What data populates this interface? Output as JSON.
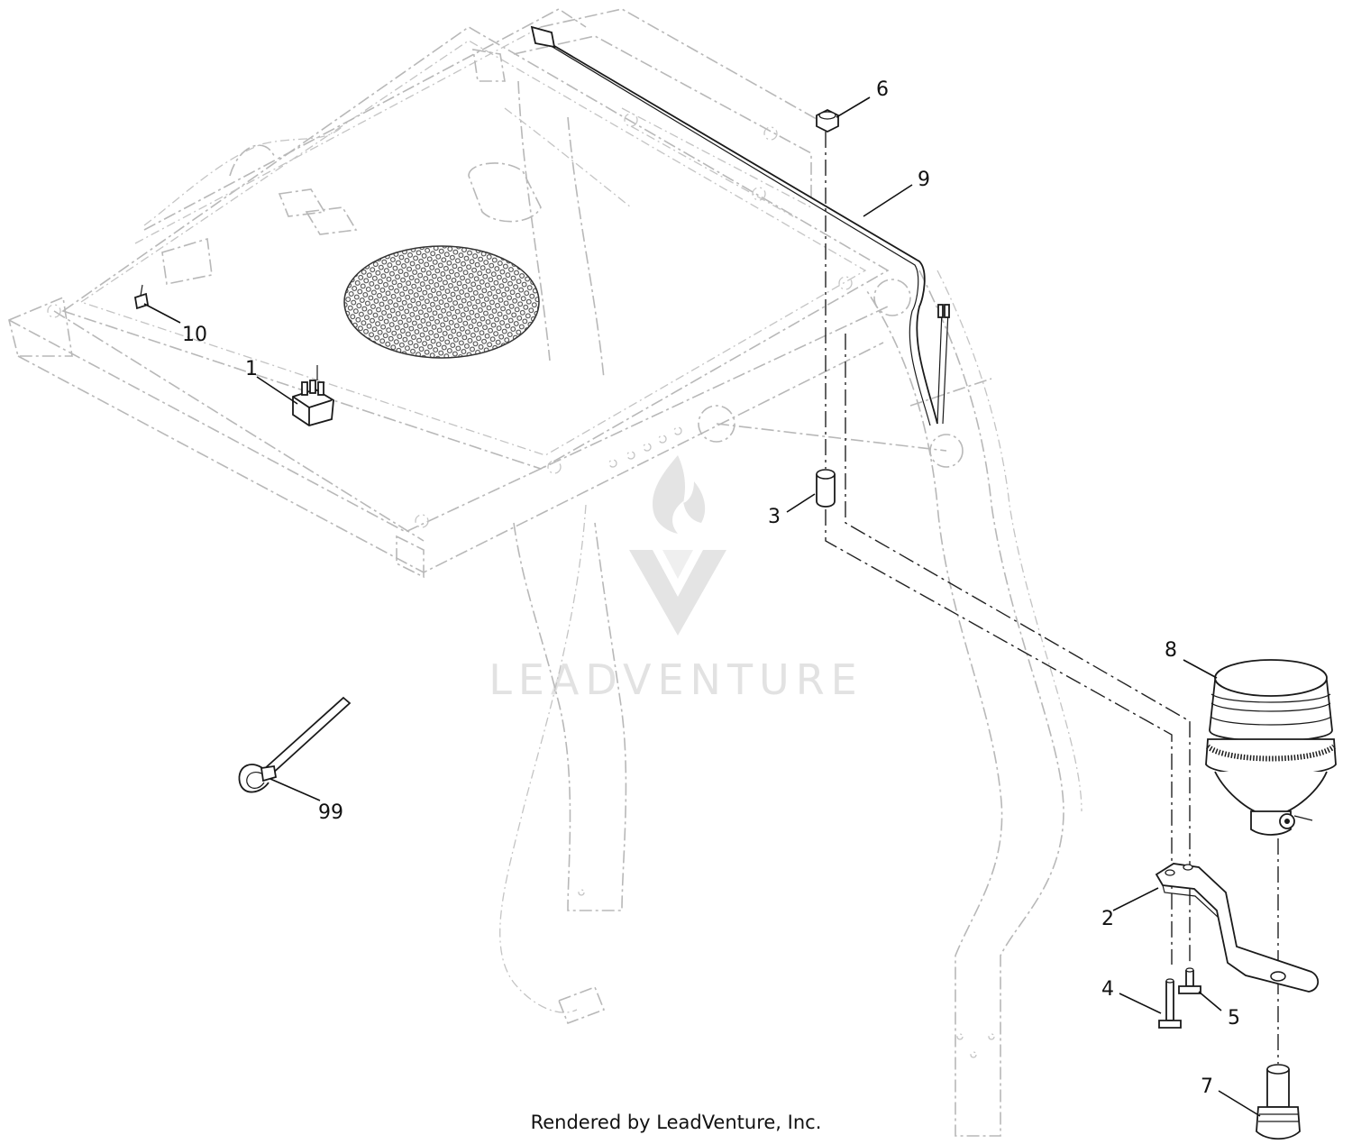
{
  "diagram": {
    "callouts": {
      "c1": "1",
      "c2": "2",
      "c3": "3",
      "c4": "4",
      "c5": "5",
      "c6": "6",
      "c7": "7",
      "c8": "8",
      "c9": "9",
      "c10": "10",
      "c99": "99"
    },
    "watermark": "LEADVENTURE",
    "footer": "Rendered by LeadVenture, Inc."
  }
}
